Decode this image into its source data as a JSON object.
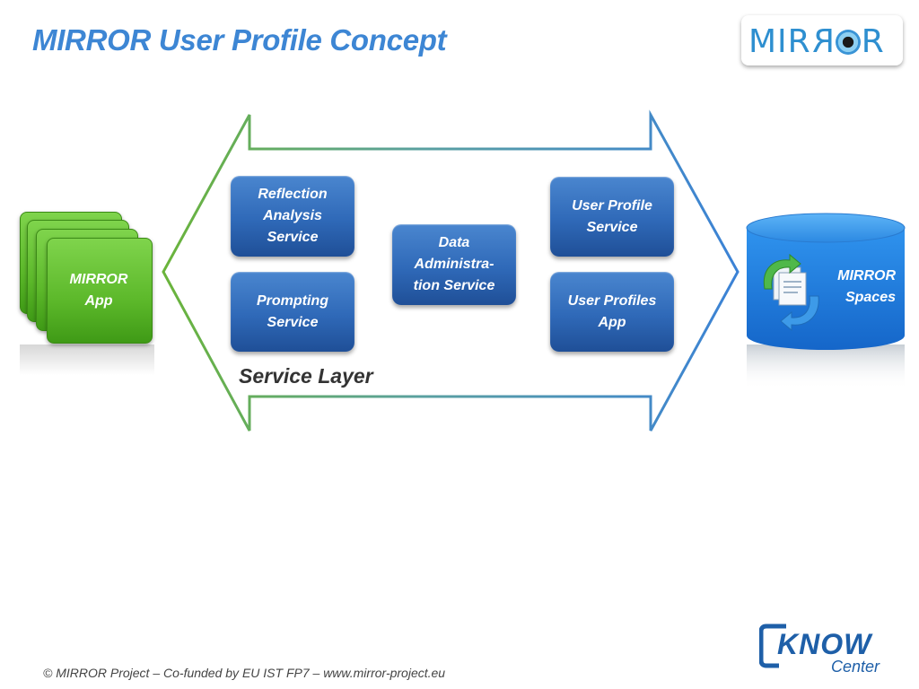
{
  "slide": {
    "title": "MIRROR User Profile Concept"
  },
  "logo": {
    "part1": "MIR",
    "part2": "R",
    "part3": "R"
  },
  "diagram": {
    "service_layer_label": "Service Layer",
    "services": {
      "reflection_analysis": [
        "Reflection",
        "Analysis",
        "Service"
      ],
      "prompting": [
        "Prompting",
        "Service"
      ],
      "data_administration": [
        "Data",
        "Administra-",
        "tion Service"
      ],
      "user_profile_service": [
        "User Profile",
        "Service"
      ],
      "user_profiles_app": [
        "User Profiles",
        "App"
      ]
    },
    "app": [
      "MIRROR",
      "App"
    ],
    "spaces": [
      "MIRROR",
      "Spaces"
    ],
    "colors": {
      "service_box": "#2f69b8",
      "arrow_left": "#6ab43a",
      "arrow_right": "#3b82d6",
      "app_green": "#5cb82a",
      "cylinder_blue": "#1f7fe0",
      "title_blue": "#3d86d4"
    }
  },
  "footer": {
    "text": "© MIRROR Project – Co-funded by EU IST FP7 – www.mirror-project.eu"
  },
  "know_logo": {
    "word": "KNOW",
    "sub": "Center"
  }
}
